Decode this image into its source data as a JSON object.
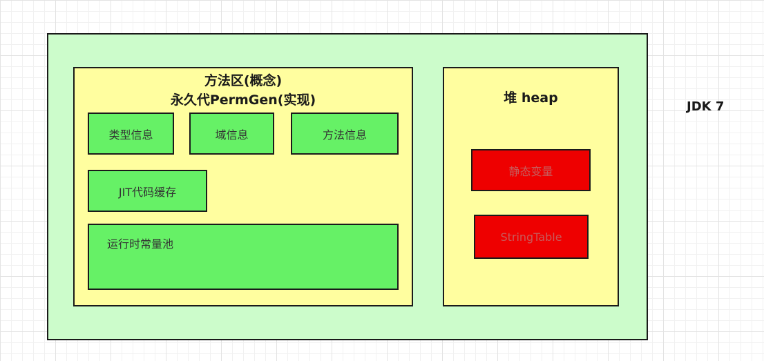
{
  "diagram": {
    "version_label": "JDK 7",
    "method_area": {
      "title_line1": "方法区(概念)",
      "title_line2": "永久代PermGen(实现)",
      "items": [
        "类型信息",
        "域信息",
        "方法信息",
        "JIT代码缓存",
        "运行时常量池"
      ]
    },
    "heap": {
      "title": "堆 heap",
      "items": [
        "静态变量",
        "StringTable"
      ]
    }
  },
  "colors": {
    "outer_background": "#ccfccb",
    "area_background": "#fffe9f",
    "item_green": "#66f166",
    "item_red": "#ee0000"
  }
}
